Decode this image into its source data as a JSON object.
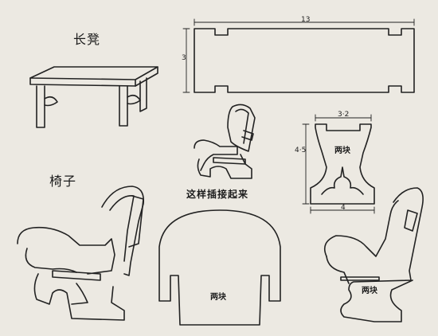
{
  "labels": {
    "bench_title": "长凳",
    "chair_title": "椅子",
    "assembly_caption": "这样插接起来",
    "part_count_back": "两块",
    "part_count_side": "两块",
    "part_count_seat": "两块"
  },
  "dimensions": {
    "bench_top_length": "13",
    "bench_top_width": "3",
    "leg_top_width": "3·2",
    "leg_height": "4·5",
    "leg_bottom_width": "4"
  }
}
